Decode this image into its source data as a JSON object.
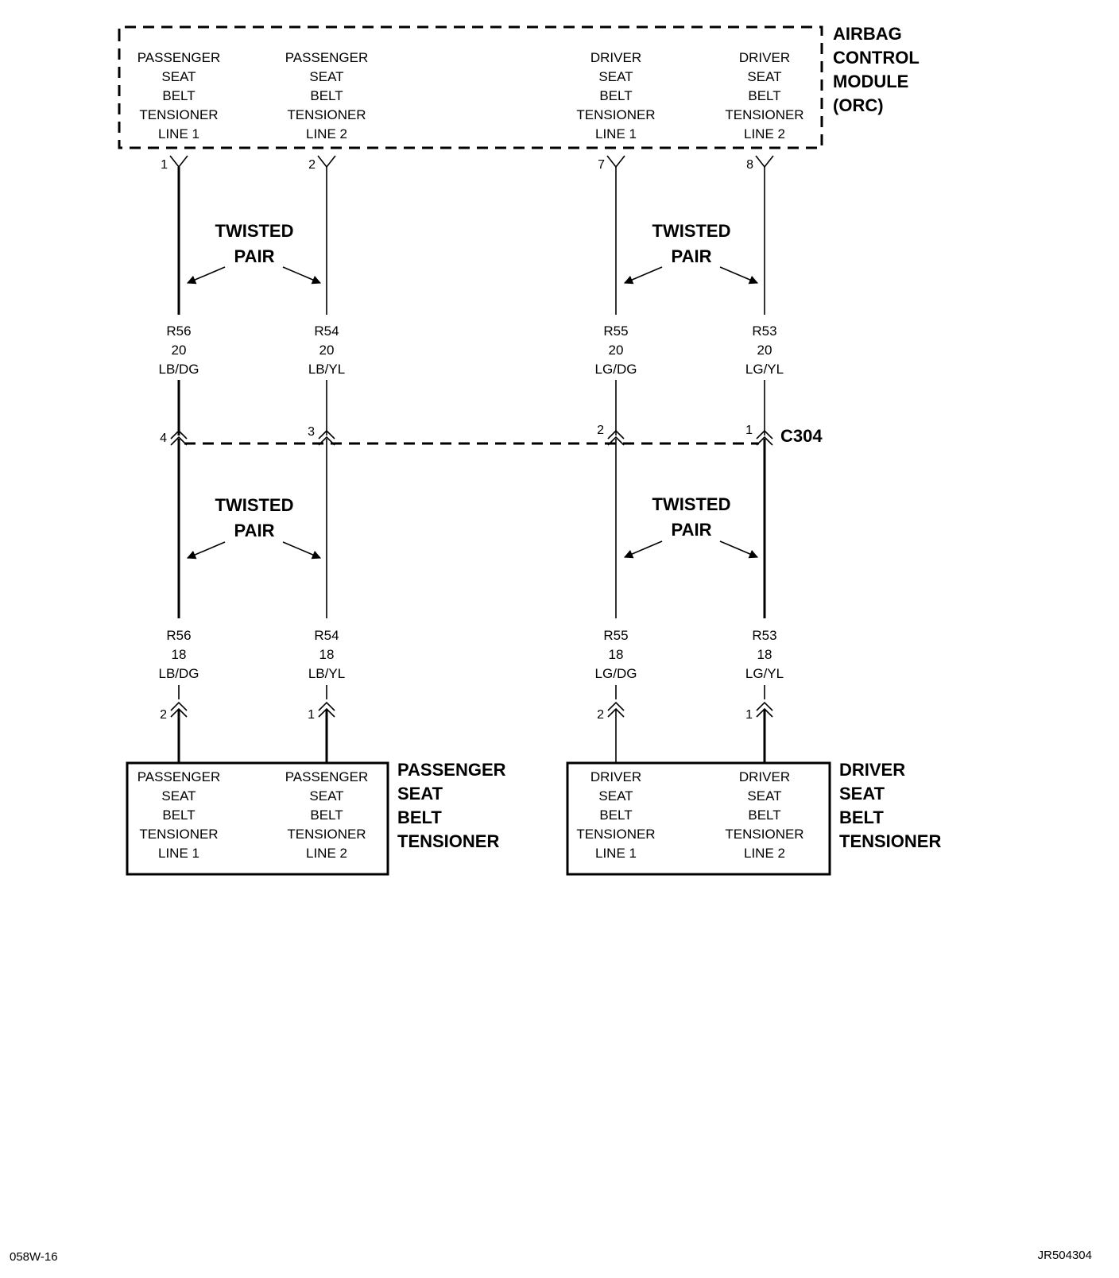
{
  "module": {
    "name_lines": [
      "AIRBAG",
      "CONTROL",
      "MODULE",
      "(ORC)"
    ],
    "circuits": [
      {
        "lines": [
          "PASSENGER",
          "SEAT",
          "BELT",
          "TENSIONER",
          "LINE 1"
        ],
        "pin": "1"
      },
      {
        "lines": [
          "PASSENGER",
          "SEAT",
          "BELT",
          "TENSIONER",
          "LINE 2"
        ],
        "pin": "2"
      },
      {
        "lines": [
          "DRIVER",
          "SEAT",
          "BELT",
          "TENSIONER",
          "LINE 1"
        ],
        "pin": "7"
      },
      {
        "lines": [
          "DRIVER",
          "SEAT",
          "BELT",
          "TENSIONER",
          "LINE 2"
        ],
        "pin": "8"
      }
    ]
  },
  "twisted_pair_label": [
    "TWISTED",
    "PAIR"
  ],
  "upper_wires": [
    {
      "circuit": "R56",
      "gauge": "20",
      "color": "LB/DG"
    },
    {
      "circuit": "R54",
      "gauge": "20",
      "color": "LB/YL"
    },
    {
      "circuit": "R55",
      "gauge": "20",
      "color": "LG/DG"
    },
    {
      "circuit": "R53",
      "gauge": "20",
      "color": "LG/YL"
    }
  ],
  "connector": {
    "name": "C304",
    "pins": [
      "4",
      "3",
      "2",
      "1"
    ]
  },
  "lower_wires": [
    {
      "circuit": "R56",
      "gauge": "18",
      "color": "LB/DG"
    },
    {
      "circuit": "R54",
      "gauge": "18",
      "color": "LB/YL"
    },
    {
      "circuit": "R55",
      "gauge": "18",
      "color": "LG/DG"
    },
    {
      "circuit": "R53",
      "gauge": "18",
      "color": "LG/YL"
    }
  ],
  "tensioner_pins": [
    "2",
    "1",
    "2",
    "1"
  ],
  "passenger_tensioner": {
    "name_lines": [
      "PASSENGER",
      "SEAT",
      "BELT",
      "TENSIONER"
    ],
    "line1": [
      "PASSENGER",
      "SEAT",
      "BELT",
      "TENSIONER",
      "LINE 1"
    ],
    "line2": [
      "PASSENGER",
      "SEAT",
      "BELT",
      "TENSIONER",
      "LINE 2"
    ]
  },
  "driver_tensioner": {
    "name_lines": [
      "DRIVER",
      "SEAT",
      "BELT",
      "TENSIONER"
    ],
    "line1": [
      "DRIVER",
      "SEAT",
      "BELT",
      "TENSIONER",
      "LINE 1"
    ],
    "line2": [
      "DRIVER",
      "SEAT",
      "BELT",
      "TENSIONER",
      "LINE 2"
    ]
  },
  "footer": {
    "left": "058W-16",
    "right": "JR504304"
  }
}
